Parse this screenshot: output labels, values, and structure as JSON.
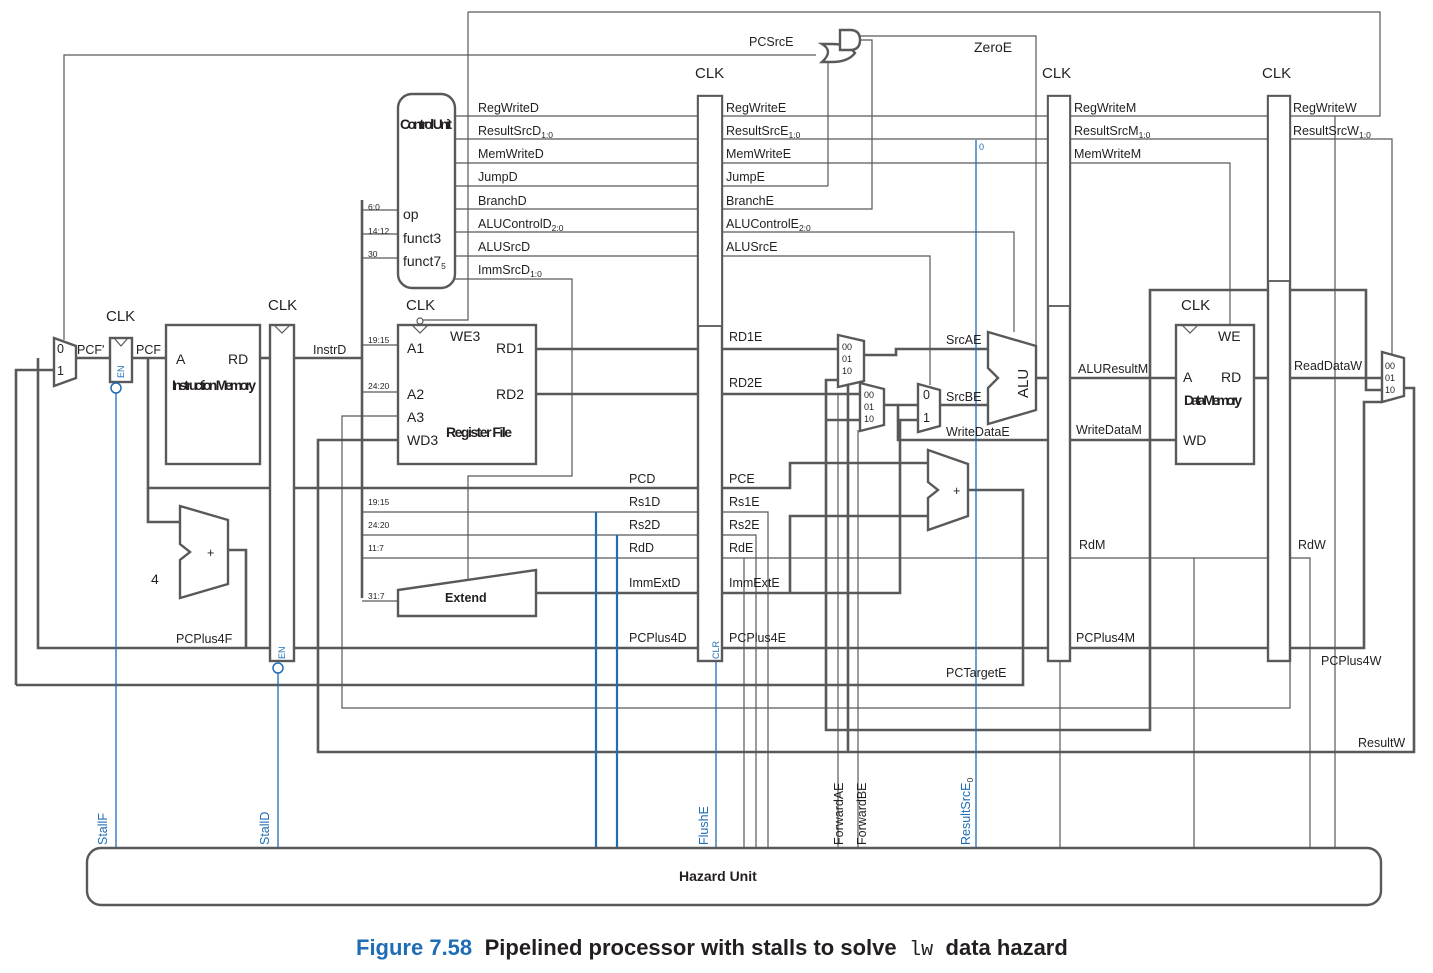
{
  "blocks": {
    "control_unit": "Control Unit",
    "instruction_memory": "Instruction Memory",
    "register_file": "Register File",
    "data_memory": "Data Memory",
    "alu": "ALU",
    "extend": "Extend",
    "hazard_unit": "Hazard Unit"
  },
  "clocks": {
    "clk": "CLK"
  },
  "ports": {
    "a": "A",
    "rd": "RD",
    "a1": "A1",
    "a2": "A2",
    "a3": "A3",
    "wd3": "WD3",
    "we3": "WE3",
    "rd1": "RD1",
    "rd2": "RD2",
    "we": "WE",
    "wd": "WD",
    "op": "op",
    "funct3": "funct3",
    "funct7": "funct7",
    "funct7_sub": "5",
    "en": "EN",
    "clr": "CLR"
  },
  "mux_inputs": {
    "zero": "0",
    "one": "1",
    "m00": "00",
    "m01": "01",
    "m10": "10"
  },
  "constants": {
    "four": "4",
    "plus": "+"
  },
  "bit_fields": {
    "op": "6:0",
    "funct3": "14:12",
    "funct7": "30",
    "rs1": "19:15",
    "rs2": "24:20",
    "rd": "11:7",
    "imm": "31:7"
  },
  "signals": {
    "pcf_prime": "PCF'",
    "pcf": "PCF",
    "instrd": "InstrD",
    "pcplus4f": "PCPlus4F",
    "pcsrce": "PCSrcE",
    "zeroe": "ZeroE",
    "regwrited": "RegWriteD",
    "resultsrcd": "ResultSrcD",
    "resultsrcd_sub": "1:0",
    "memwrited": "MemWriteD",
    "jumpd": "JumpD",
    "branchd": "BranchD",
    "alucontrold": "ALUControlD",
    "alucontrold_sub": "2:0",
    "alusrcd": "ALUSrcD",
    "immsrcd": "ImmSrcD",
    "immsrcd_sub": "1:0",
    "regwritee": "RegWriteE",
    "resultsrce": "ResultSrcE",
    "resultsrce_sub": "1:0",
    "memwritee": "MemWriteE",
    "jumpe": "JumpE",
    "branche": "BranchE",
    "alucontrole": "ALUControlE",
    "alucontrole_sub": "2:0",
    "alusrce": "ALUSrcE",
    "regwritem": "RegWriteM",
    "resultsrcm": "ResultSrcM",
    "resultsrcm_sub": "1:0",
    "memwritem": "MemWriteM",
    "regwritew": "RegWriteW",
    "resultsrcw": "ResultSrcW",
    "resultsrcw_sub": "1:0",
    "rd1e": "RD1E",
    "rd2e": "RD2E",
    "srcae": "SrcAE",
    "srcbe": "SrcBE",
    "writedatae": "WriteDataE",
    "aluresultm": "ALUResultM",
    "writedatam": "WriteDataM",
    "readdataw": "ReadDataW",
    "pcd": "PCD",
    "pce": "PCE",
    "rs1d": "Rs1D",
    "rs1e": "Rs1E",
    "rs2d": "Rs2D",
    "rs2e": "Rs2E",
    "rdd": "RdD",
    "rde": "RdE",
    "rdm": "RdM",
    "rdw": "RdW",
    "immextd": "ImmExtD",
    "immexte": "ImmExtE",
    "pcplus4d": "PCPlus4D",
    "pcplus4e": "PCPlus4E",
    "pcplus4m": "PCPlus4M",
    "pcplus4w": "PCPlus4W",
    "pctargete": "PCTargetE",
    "resultw": "ResultW",
    "resultsrce0_bit": "0"
  },
  "hazard_signals": {
    "stallf": "StallF",
    "stalld": "StallD",
    "flushe": "FlushE",
    "forwardae": "ForwardAE",
    "forwardbe": "ForwardBE",
    "resultsrce0": "ResultSrcE",
    "resultsrce0_sub": "0"
  },
  "caption": {
    "number": "Figure 7.58",
    "text": "Pipelined processor with stalls to solve",
    "code": "lw",
    "text_end": "data hazard"
  }
}
